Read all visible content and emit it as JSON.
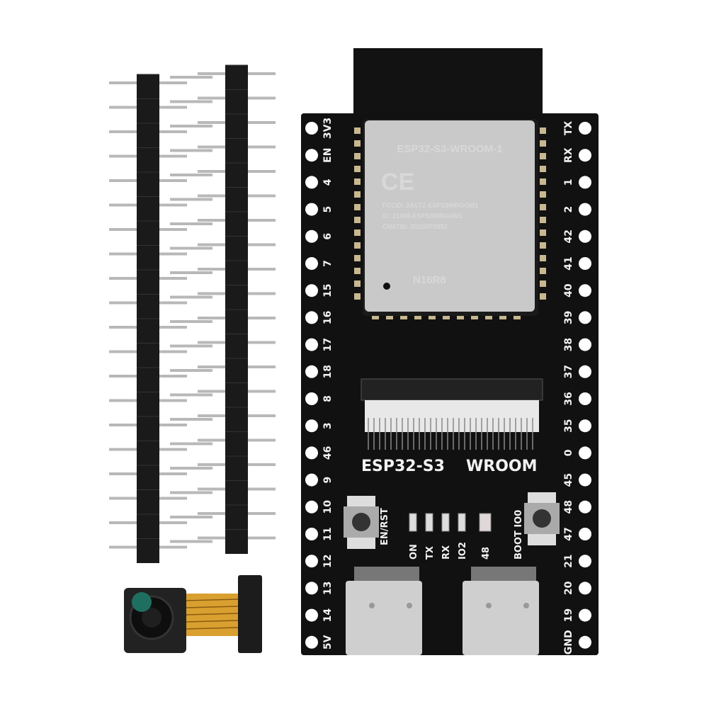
{
  "board": {
    "module_name": "ESP32-S3-WROOM-1",
    "ce_mark": "CE",
    "fcc_id": "FCCID: 2AC7Z-ESPS3WROOM1",
    "ic_id": "IC: 21098-ESPS3WROOM1",
    "cmiit_id": "CMIITID: 2022DP2892",
    "variant": "N16R8",
    "board_label_left": "ESP32-S3",
    "board_label_right": "WROOM",
    "left_pins": [
      "3V3",
      "EN",
      "4",
      "5",
      "6",
      "7",
      "15",
      "16",
      "17",
      "18",
      "8",
      "3",
      "46",
      "9",
      "10",
      "11",
      "12",
      "13",
      "14",
      "5V"
    ],
    "right_pins": [
      "TX",
      "RX",
      "1",
      "2",
      "42",
      "41",
      "40",
      "39",
      "38",
      "37",
      "36",
      "35",
      "0",
      "45",
      "48",
      "47",
      "21",
      "20",
      "19",
      "GND"
    ],
    "reset_button_label": "EN/RST",
    "boot_button_label": "BOOT IO0",
    "leds": [
      "ON",
      "TX",
      "RX",
      "IO2",
      "48"
    ]
  },
  "colors": {
    "pcb": "#111111",
    "silkscreen": "#f2f2f2",
    "shield": "#c9c9c9",
    "header_plastic": "#1a1a1a",
    "pin_metal": "#b8b8b8",
    "flex_cable": "#d9a030"
  }
}
